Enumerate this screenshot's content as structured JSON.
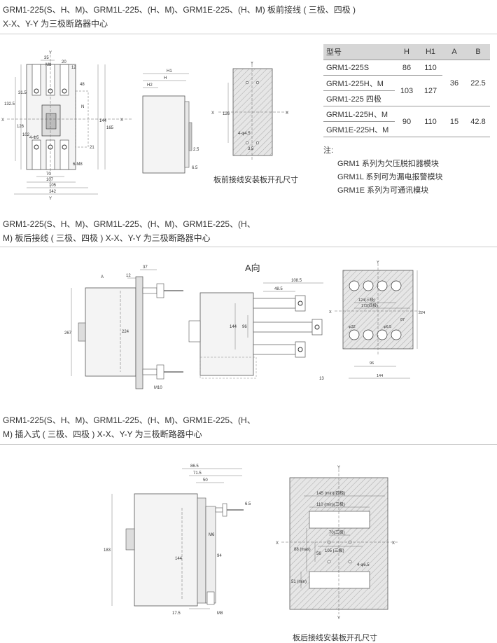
{
  "sections": [
    {
      "line1": "GRM1-225(S、H、M)、GRM1L-225、(H、M)、GRM1E-225、(H、M) 板前接线 ( 三极、四极 )",
      "line2": "X-X、Y-Y 为三极断路器中心"
    },
    {
      "line1": "GRM1-225(S、H、M)、GRM1L-225、(H、M)、GRM1E-225、(H、",
      "line2": "M) 板后接线 ( 三极、四极 )     X-X、Y-Y 为三极断路器中心"
    },
    {
      "line1": "GRM1-225(S、H、M)、GRM1L-225、(H、M)、GRM1E-225、(H、",
      "line2": "M) 插入式 ( 三极、四极 )     X-X、Y-Y 为三极断路器中心"
    }
  ],
  "table": {
    "headers": [
      "型号",
      "H",
      "H1",
      "A",
      "B"
    ],
    "rows": [
      {
        "model": "GRM1-225S",
        "H": "86",
        "H1": "110"
      },
      {
        "model": "GRM1-225H、M"
      },
      {
        "model": "GRM1-225 四极"
      },
      {
        "model": "GRM1L-225H、M"
      },
      {
        "model": "GRM1E-225H、M"
      }
    ],
    "merged": {
      "H_2_3": "103",
      "H1_2_3": "127",
      "A_1_3": "36",
      "B_1_3": "22.5",
      "H_4_5": "90",
      "H1_4_5": "110",
      "A_4_5": "15",
      "B_4_5": "42.8"
    }
  },
  "notes": {
    "title": "注:",
    "items": [
      "GRM1 系列为欠压脱扣器模块",
      "GRM1L 系列可为漏电报警模块",
      "GRM1E 系列为可通讯模块"
    ]
  },
  "captions": {
    "front_panel": "板前接线安装板开孔尺寸",
    "rear_panel": "板后接线安装板开孔尺寸",
    "a_view": "A向"
  },
  "dims": {
    "fig1": {
      "y": "Y",
      "x": "X",
      "d35": "35",
      "m8": "M8",
      "d20": "20",
      "d12": "12",
      "d48": "48",
      "d1325": "132.5",
      "d315": "31.5",
      "d126": "126",
      "d102": "102",
      "d144": "144",
      "d165": "165",
      "n": "N",
      "d4": "4-Φ5",
      "d21": "21",
      "d6m8": "6-M8",
      "d70": "70",
      "d107": "107",
      "d105": "105",
      "d142": "142",
      "hole1": "4-φ4.5",
      "d35b": "3.5",
      "d25": "2.5",
      "d65": "6.5",
      "H": "H",
      "H1": "H1",
      "H2": "H2"
    },
    "fig2": {
      "A": "A",
      "d37": "37",
      "d12": "12",
      "d267": "267",
      "d224": "224",
      "m10": "M10",
      "d1085": "108.5",
      "d485": "48.5",
      "d144": "144",
      "d96": "96",
      "d13": "13",
      "d124": "124(三极)",
      "d172": "172(四极)",
      "d87": "87",
      "d224b": "224",
      "phi32": "φ32",
      "phi65": "φ6.5",
      "d96b": "96",
      "d144b": "144",
      "X": "X",
      "Y": "Y"
    },
    "fig3": {
      "d865": "86.5",
      "d715": "71.5",
      "d50": "50",
      "d65": "6.5",
      "m6": "M6",
      "d183": "183",
      "d144": "144",
      "d94": "94",
      "d175": "17.5",
      "m8": "M8",
      "d145": "145 (min)(四极)",
      "d110": "110 (min)(三极)",
      "d70": "70(三极)",
      "d105": "105 (三极)",
      "d56": "56",
      "d88": "88 (max)",
      "d51": "51 (min)",
      "hole": "4-φ6.5",
      "X": "X",
      "Y": "Y"
    }
  }
}
